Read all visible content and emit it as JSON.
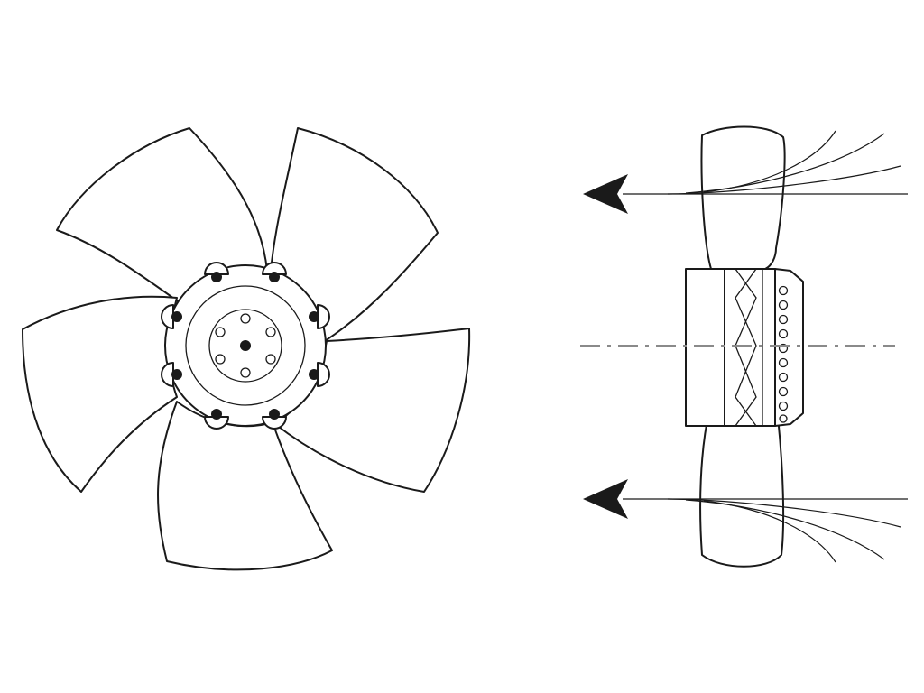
{
  "diagram": {
    "type": "axial-fan-drawing",
    "views": [
      "front-view",
      "side-view"
    ],
    "front_view": {
      "blade_count": 5,
      "hub_outer_bolt_count": 8,
      "hub_inner_hole_count": 6
    },
    "side_view": {
      "airflow_arrows": 2,
      "airflow_direction": "left",
      "centerline": "dash-dot",
      "motor_cooling_fins": 10
    },
    "colors": {
      "line": "#1a1a1a",
      "fill": "#ffffff",
      "centerline": "#8a8a8a",
      "arrowhead": "#1a1a1a"
    }
  }
}
